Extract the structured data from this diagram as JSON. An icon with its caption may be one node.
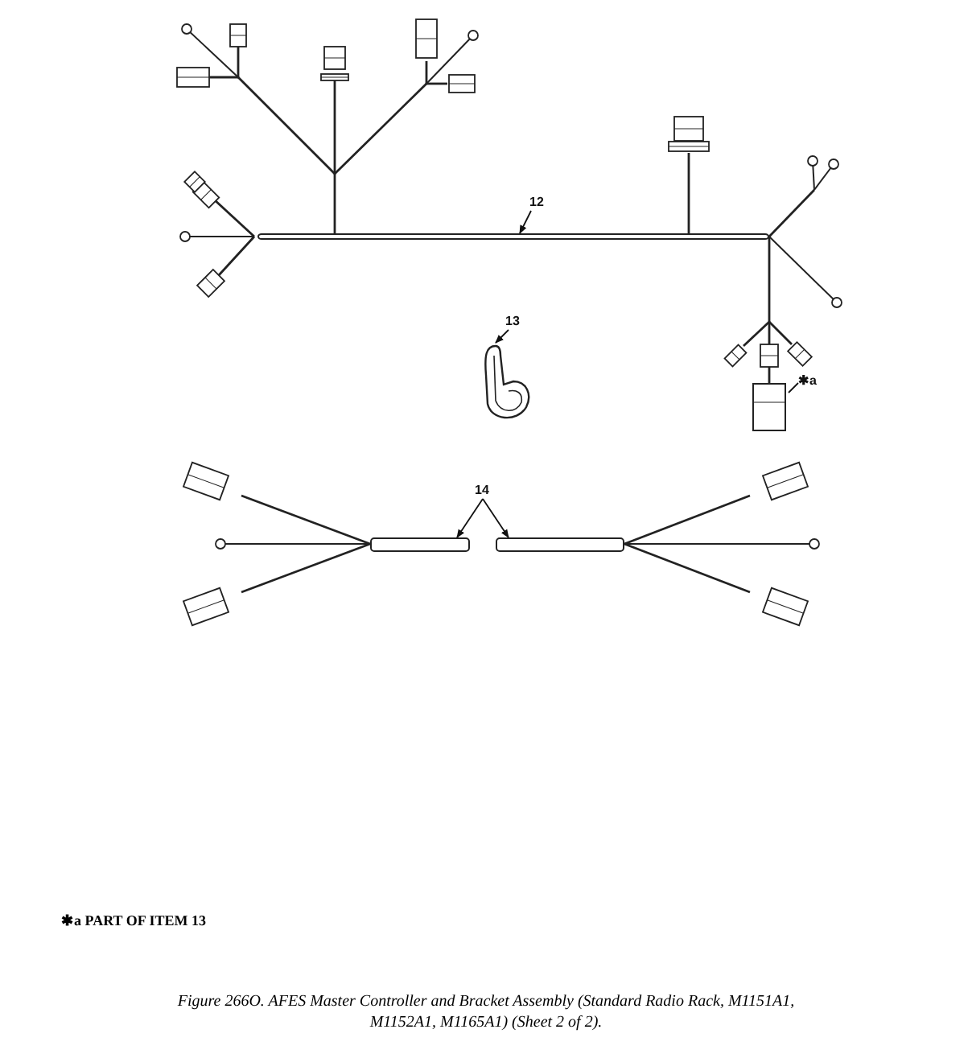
{
  "diagram": {
    "caption": "Figure 266O. AFES Master Controller and Bracket Assembly (Standard Radio Rack, M1151A1, M1152A1, M1165A1) (Sheet 2 of 2).",
    "nodes": [
      {
        "text": [
          "12"
        ]
      },
      {
        "text": [],
        "shape": "bar"
      },
      {
        "text": [
          "13"
        ]
      },
      {
        "text": [],
        "shape": "picture"
      },
      {
        "text": [
          "✱a"
        ]
      },
      {
        "text": [],
        "shape": "picture"
      },
      {
        "text": [
          "14"
        ]
      },
      {
        "text": [],
        "shape": "bar"
      },
      {
        "text": [],
        "shape": "bar"
      }
    ],
    "edges": [
      {
        "from": 0,
        "to": 1,
        "arrow": "to"
      },
      {
        "from": 2,
        "to": 3,
        "arrow": "to"
      },
      {
        "from": 4,
        "to": 5,
        "arrow": "none"
      },
      {
        "from": 6,
        "to": 7,
        "arrow": "to"
      },
      {
        "from": 6,
        "to": 8,
        "arrow": "to"
      }
    ],
    "labels": [
      "✱a PART OF ITEM 13"
    ]
  }
}
